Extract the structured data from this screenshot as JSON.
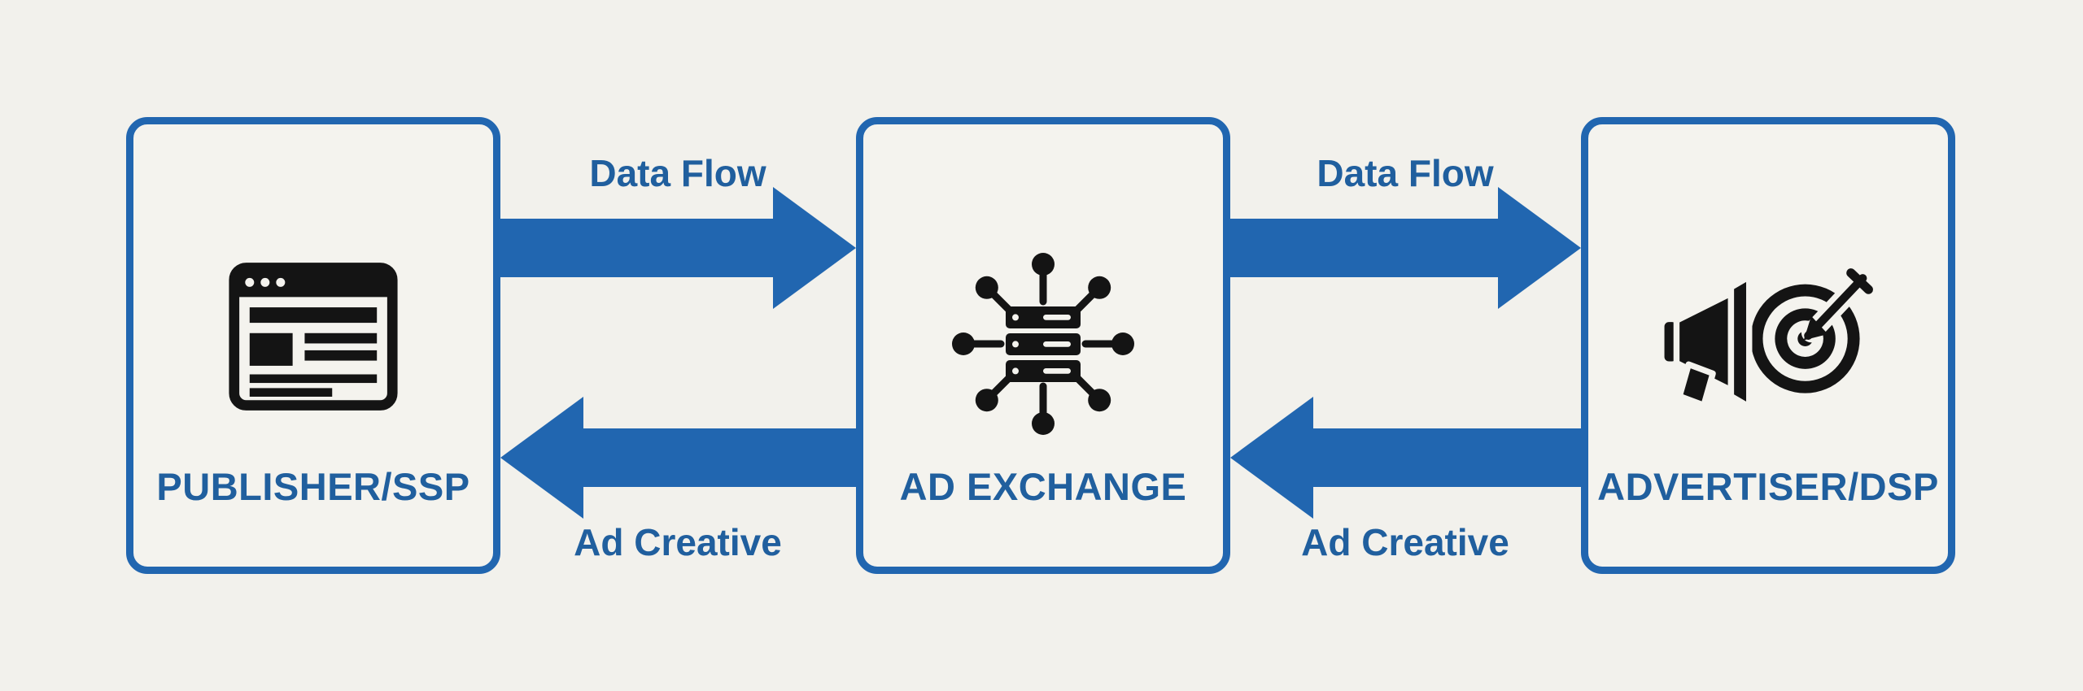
{
  "diagram": {
    "colors": {
      "background": "#f2f1ec",
      "box_fill": "#f4f3ee",
      "accent_blue": "#2166b0",
      "text_blue": "#205f9e",
      "icon_black": "#141414"
    },
    "nodes": [
      {
        "label": "PUBLISHER/SSP",
        "icon": "browser-window-icon"
      },
      {
        "label": "AD EXCHANGE",
        "icon": "network-hub-icon"
      },
      {
        "label": "ADVERTISER/DSP",
        "icon": "megaphone-target-icon"
      }
    ],
    "edges": [
      {
        "label": "Data Flow",
        "from": "PUBLISHER/SSP",
        "to": "AD EXCHANGE",
        "direction": "right"
      },
      {
        "label": "Data Flow",
        "from": "AD EXCHANGE",
        "to": "ADVERTISER/DSP",
        "direction": "right"
      },
      {
        "label": "Ad Creative",
        "from": "AD EXCHANGE",
        "to": "PUBLISHER/SSP",
        "direction": "left"
      },
      {
        "label": "Ad Creative",
        "from": "ADVERTISER/DSP",
        "to": "AD EXCHANGE",
        "direction": "left"
      }
    ]
  }
}
